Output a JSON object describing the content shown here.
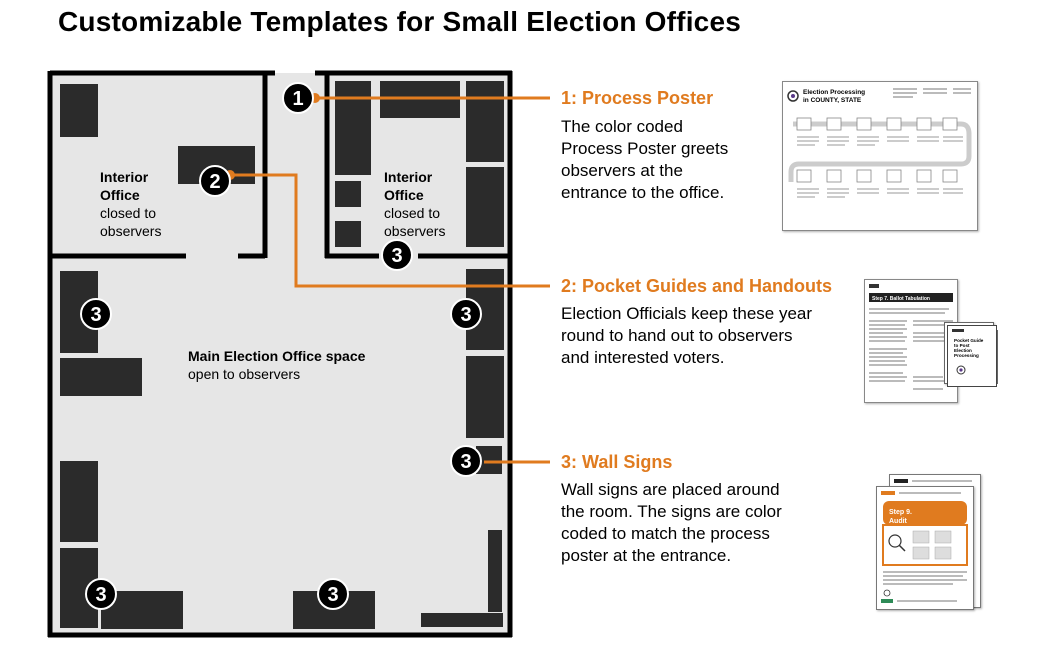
{
  "page_title": "Customizable Templates for Small Election Offices",
  "rooms": {
    "interior_left": {
      "title_line1": "Interior",
      "title_line2": "Office",
      "sub_line1": "closed to",
      "sub_line2": "observers"
    },
    "interior_right": {
      "title_line1": "Interior",
      "title_line2": "Office",
      "sub_line1": "closed to",
      "sub_line2": "observers"
    },
    "main": {
      "title": "Main Election Office space",
      "subtitle": "open to observers"
    }
  },
  "markers": {
    "one": "1",
    "two": "2",
    "three": "3"
  },
  "callouts": [
    {
      "heading": "1: Process Poster",
      "lines": [
        "The color coded",
        "Process Poster greets",
        "observers at the",
        "entrance to the office."
      ]
    },
    {
      "heading": "2: Pocket Guides and Handouts",
      "lines": [
        "Election Officials keep these year",
        "round to hand out to observers",
        "and interested voters."
      ]
    },
    {
      "heading": "3: Wall Signs",
      "lines": [
        "Wall signs are placed around",
        "the room. The signs are color",
        "coded to match the process",
        "poster at the entrance."
      ]
    }
  ],
  "thumbnails": {
    "poster_title_line1": "Election Processing",
    "poster_title_line2": "in COUNTY, STATE",
    "handout_step": "Step 7. Ballot Tabulation",
    "guide_line1": "Pocket Guide",
    "guide_line2": "to Post",
    "guide_line3": "Election",
    "guide_line4": "Processing",
    "sign_step_line1": "Step 9.",
    "sign_step_line2": "Audit"
  },
  "colors": {
    "accent": "#e07b1f",
    "wall": "#000000",
    "floor": "#e6e6e6",
    "furniture": "#2b2b2b"
  }
}
